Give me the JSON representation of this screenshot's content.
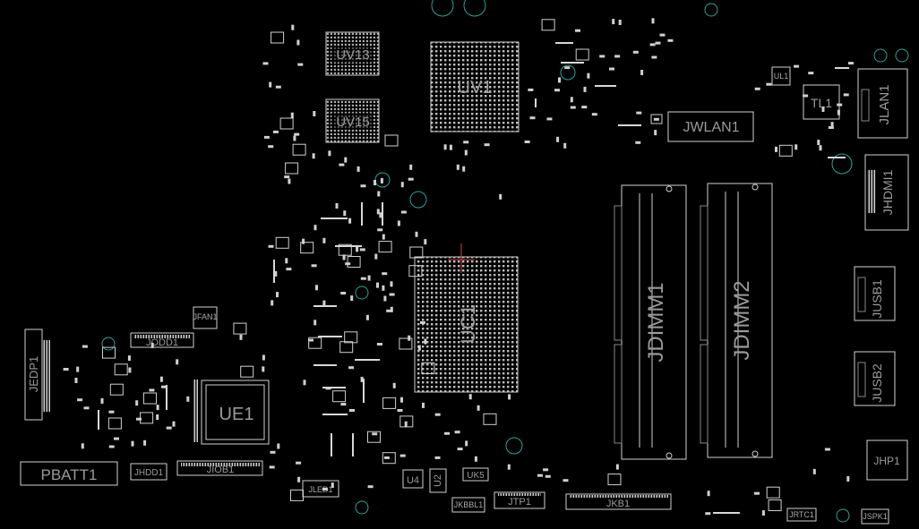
{
  "designators": {
    "uv13": "UV13",
    "uv15": "UV15",
    "uv1": "UV1",
    "uc1": "UC1",
    "ue1": "UE1",
    "jwlan1": "JWLAN1",
    "tl1": "TL1",
    "jlan1": "JLAN1",
    "jhdmi1": "JHDMI1",
    "jdimm1": "JDIMM1",
    "jdimm2": "JDIMM2",
    "jusb1": "JUSB1",
    "jusb2": "JUSB2",
    "jhp1": "JHP1",
    "jedp1": "JEDP1",
    "jodd1": "JODD1",
    "jfan1": "JFAN1",
    "pbatt1": "PBATT1",
    "jhdd1": "JHDD1",
    "jiob1": "JIOB1",
    "jled1": "JLED1",
    "u4": "U4",
    "u2": "U2",
    "uk5": "UK5",
    "jkbbl1": "JKBBL1",
    "jtp1": "JTP1",
    "jkb1": "JKB1",
    "jrtc1": "JRTC1",
    "jspk1": "JSPK1",
    "ul1": "UL1"
  },
  "colors": {
    "background": "#000000",
    "silkscreen": "#cfcfcf",
    "label": "#9a9a9a",
    "mounting_hole": "#2aa39a"
  }
}
